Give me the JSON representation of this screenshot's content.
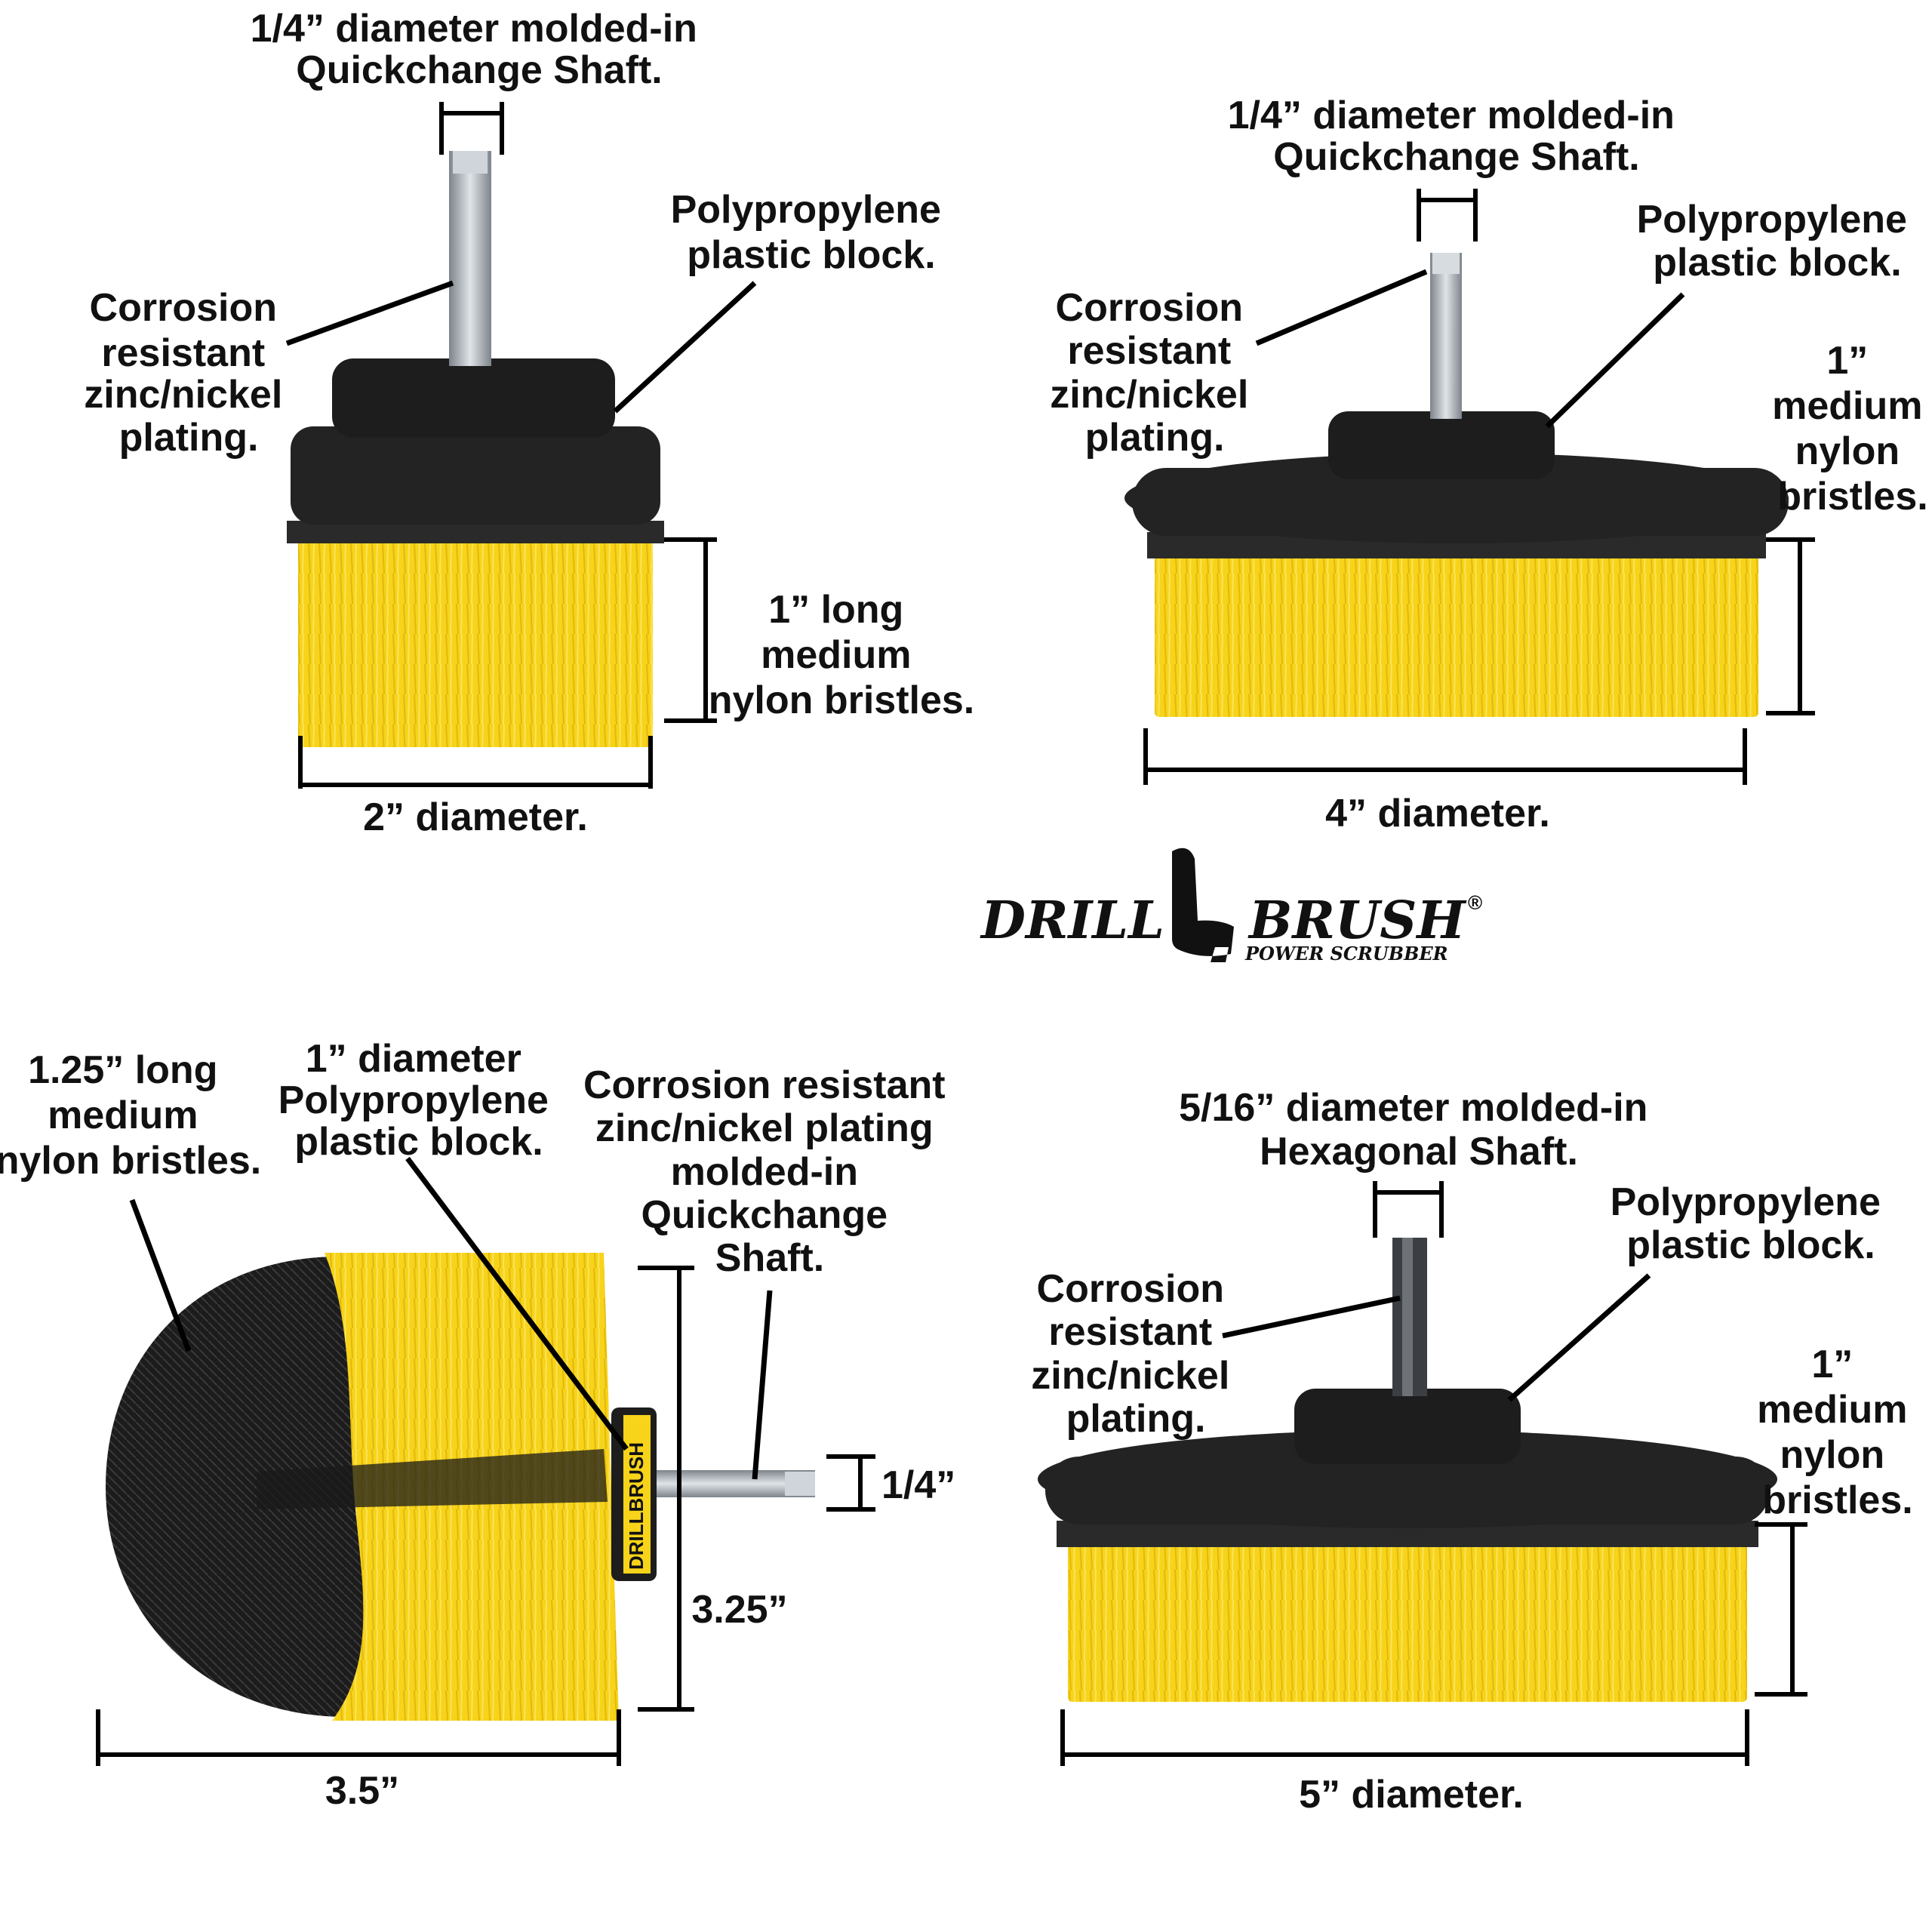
{
  "brand": {
    "left": "DRILL",
    "right": "BRUSH",
    "registered": "®",
    "tagline": "POWER SCRUBBER",
    "side_print": "DRILLBRUSH"
  },
  "colors": {
    "bristle_yellow": "#f7d31a",
    "bristle_black": "#1c1c1c",
    "block_black": "#232323",
    "shaft_metal": "#b9bfc4",
    "text": "#111111"
  },
  "brush_2in": {
    "shaft_label": [
      "1/4” diameter molded-in",
      "Quickchange Shaft."
    ],
    "block_label": [
      "Polypropylene",
      "plastic block."
    ],
    "plating_label": [
      "Corrosion",
      "resistant",
      "zinc/nickel",
      "plating."
    ],
    "bristle_label": [
      "1” long",
      "medium",
      "nylon bristles."
    ],
    "diameter_label": "2” diameter."
  },
  "brush_4in": {
    "shaft_label": [
      "1/4” diameter molded-in",
      "Quickchange Shaft."
    ],
    "block_label": [
      "Polypropylene",
      "plastic block."
    ],
    "plating_label": [
      "Corrosion",
      "resistant",
      "zinc/nickel",
      "plating."
    ],
    "bristle_label": [
      "1”",
      "medium",
      "nylon",
      "bristles."
    ],
    "diameter_label": "4” diameter."
  },
  "brush_round": {
    "bristle_label": [
      "1.25” long",
      "medium",
      "nylon bristles."
    ],
    "block_label": [
      "1” diameter",
      "Polypropylene",
      "plastic block."
    ],
    "shaft_label": [
      "Corrosion resistant",
      "zinc/nickel plating",
      "molded-in",
      "Quickchange",
      "Shaft."
    ],
    "shaft_size_label": "1/4”",
    "height_label": "3.25”",
    "width_label": "3.5”"
  },
  "brush_5in": {
    "shaft_label": [
      "5/16” diameter molded-in",
      "Hexagonal Shaft."
    ],
    "block_label": [
      "Polypropylene",
      "plastic block."
    ],
    "plating_label": [
      "Corrosion",
      "resistant",
      "zinc/nickel",
      "plating."
    ],
    "bristle_label": [
      "1”",
      "medium",
      "nylon",
      "bristles."
    ],
    "diameter_label": "5” diameter."
  }
}
